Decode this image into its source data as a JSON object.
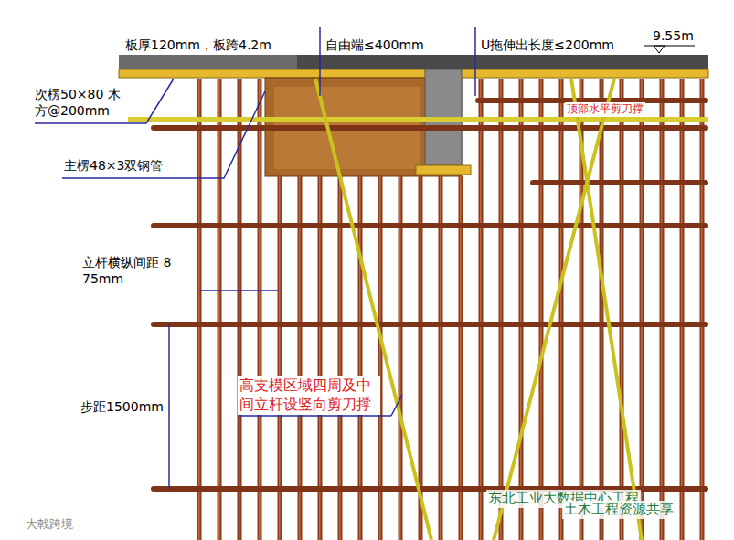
{
  "diagram": {
    "labels": [
      "板厚120mm，板跨4.2m",
      "自由端≤400mm",
      "U拖伸出长度≤200mm",
      "9.55m",
      "次楞50×80 木方@200mm",
      "主楞48×3双钢管",
      "立杆横纵间距 875mm",
      "步距1500mm",
      "高支模区域四周及中间立杆设竖向剪刀撑",
      "顶部水平剪刀撑",
      "东北工业大数据中心工程",
      "土木工程资源共享",
      "大戟跨境"
    ]
  }
}
